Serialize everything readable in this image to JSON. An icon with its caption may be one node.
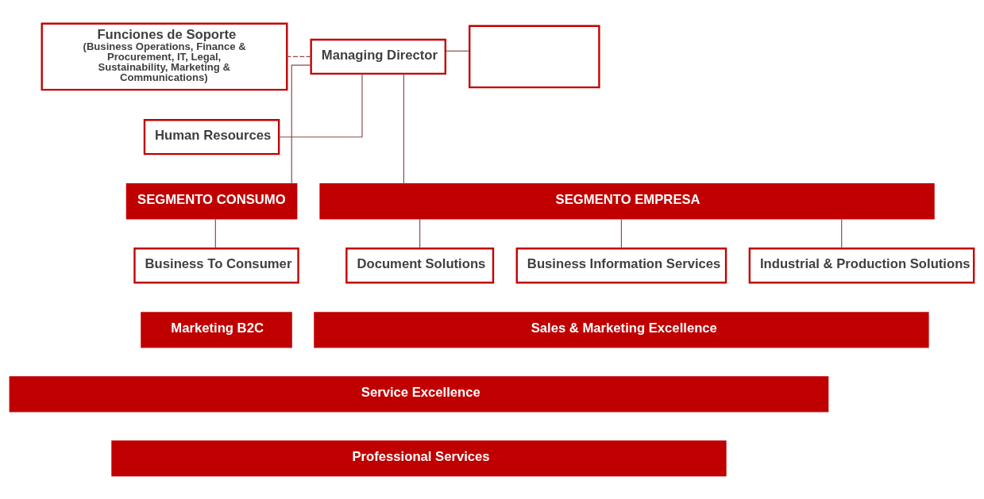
{
  "diagram": {
    "nodes": [
      {
        "text": [
          "Funciones de Soporte",
          "(Business Operations, Finance & Procurement, IT, Legal, Sustainability, Marketing & Communications)"
        ]
      },
      {
        "text": [
          "Managing Director"
        ]
      },
      {
        "text": [],
        "shape": "box"
      },
      {
        "text": [
          "Human Resources"
        ]
      },
      {
        "text": [
          "SEGMENTO CONSUMO"
        ]
      },
      {
        "text": [
          "SEGMENTO EMPRESA"
        ]
      },
      {
        "text": [
          "Business To Consumer"
        ]
      },
      {
        "text": [
          "Document Solutions"
        ]
      },
      {
        "text": [
          "Business Information Services"
        ]
      },
      {
        "text": [
          "Industrial & Production Solutions"
        ]
      },
      {
        "text": [
          "Marketing B2C"
        ]
      },
      {
        "text": [
          "Sales & Marketing Excellence"
        ]
      },
      {
        "text": [
          "Service Excellence"
        ]
      },
      {
        "text": [
          "Professional Services"
        ]
      }
    ],
    "edges": [
      {
        "from": 1,
        "to": 0,
        "arrow": "none",
        "style": "dashed"
      },
      {
        "from": 1,
        "to": 2,
        "arrow": "none"
      },
      {
        "from": 1,
        "to": 3,
        "arrow": "none"
      },
      {
        "from": 1,
        "to": 4,
        "arrow": "none"
      },
      {
        "from": 1,
        "to": 5,
        "arrow": "none"
      },
      {
        "from": 4,
        "to": 6,
        "arrow": "none"
      },
      {
        "from": 5,
        "to": 7,
        "arrow": "none"
      },
      {
        "from": 5,
        "to": 8,
        "arrow": "none"
      },
      {
        "from": 5,
        "to": 9,
        "arrow": "none"
      }
    ]
  }
}
